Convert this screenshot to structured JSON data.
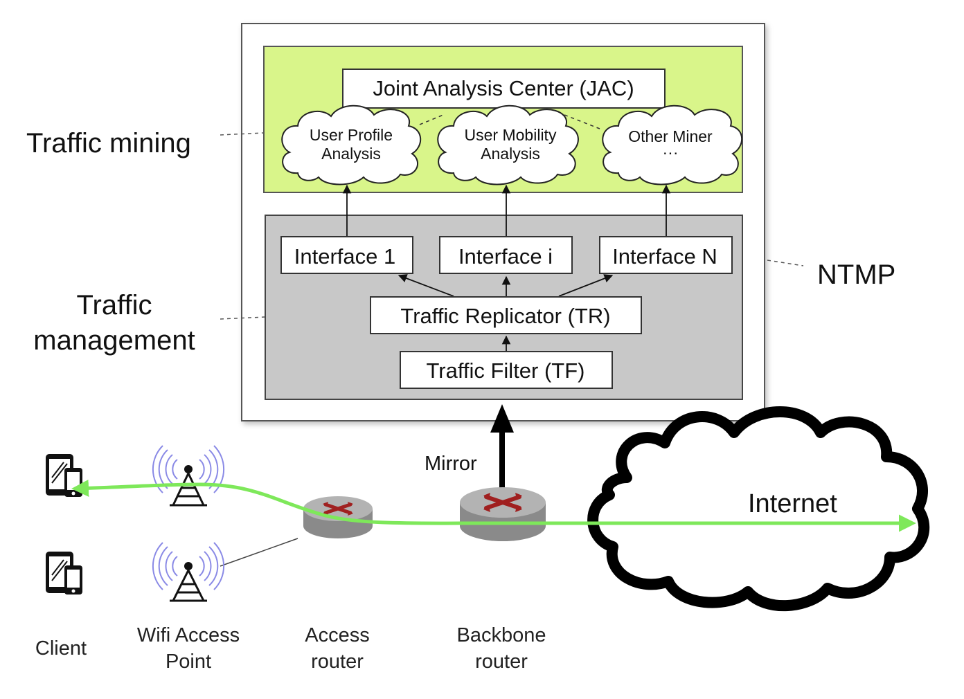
{
  "side_labels": {
    "traffic_mining": "Traffic mining",
    "traffic_management_line1": "Traffic",
    "traffic_management_line2": "management",
    "ntmp": "NTMP"
  },
  "jac": {
    "label": "Joint Analysis Center (JAC)"
  },
  "miners": [
    {
      "line1": "User Profile",
      "line2": "Analysis"
    },
    {
      "line1": "User Mobility",
      "line2": "Analysis"
    },
    {
      "line1": "Other Miner",
      "line2": "···"
    }
  ],
  "interfaces": [
    "Interface 1",
    "Interface i",
    "Interface N"
  ],
  "traffic_replicator": "Traffic Replicator (TR)",
  "traffic_filter": "Traffic Filter (TF)",
  "mirror_label": "Mirror",
  "internet_label": "Internet",
  "bottom_labels": {
    "client": "Client",
    "wifi_line1": "Wifi Access",
    "wifi_line2": "Point",
    "access_line1": "Access",
    "access_line2": "router",
    "backbone_line1": "Backbone",
    "backbone_line2": "router"
  },
  "colors": {
    "mining_panel": "#d9f58a",
    "management_panel": "#c8c8c8",
    "traffic_path": "#7ee85a",
    "router_body": "#9a9a9a",
    "router_arrows": "#a02020",
    "antenna_waves": "#8a8ae6"
  }
}
